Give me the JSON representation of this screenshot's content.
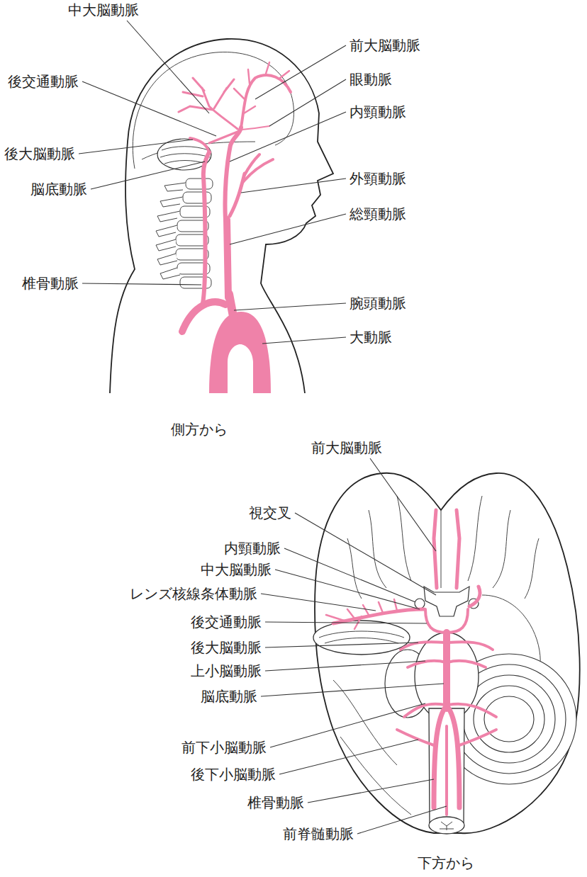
{
  "diagram": {
    "labels": [
      "中大脳動脈",
      "前大脳動脈",
      "後交通動脈",
      "眼動脈",
      "内頸動脈",
      "後大脳動脈",
      "脳底動脈",
      "外頸動脈",
      "総頸動脈",
      "椎骨動脈",
      "腕頭動脈",
      "大動脈",
      "側方から",
      "前大脳動脈",
      "視交叉",
      "内頸動脈",
      "中大脳動脈",
      "レンズ核線条体動脈",
      "後交通動脈",
      "後大脳動脈",
      "上小脳動脈",
      "脳底動脈",
      "前下小脳動脈",
      "後下小脳動脈",
      "椎骨動脈",
      "前脊髄動脈",
      "下方から"
    ]
  }
}
